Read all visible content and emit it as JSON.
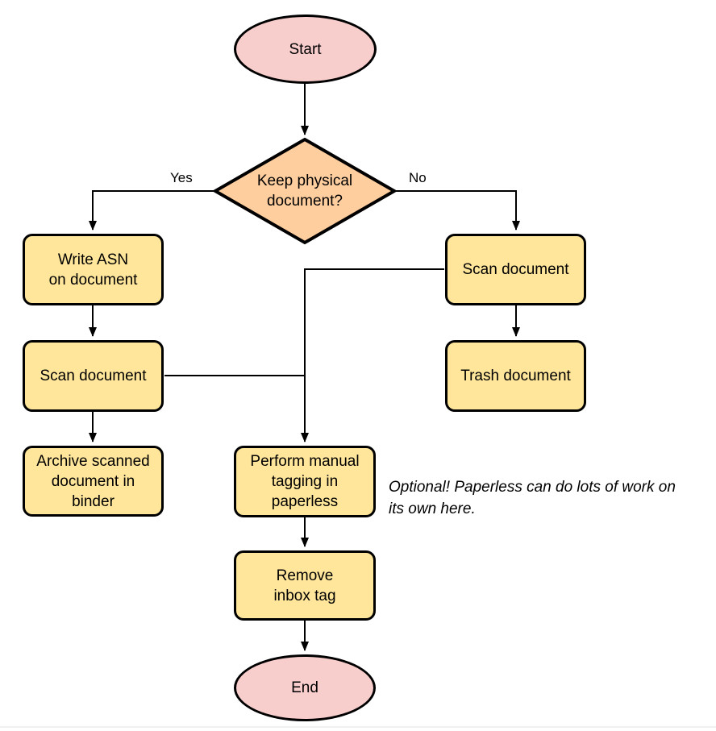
{
  "colors": {
    "background": "#ffffff",
    "stroke": "#000000",
    "terminator_fill": "#f8cecc",
    "decision_fill": "#ffce9f",
    "process_fill": "#ffe69b",
    "footer_line": "#f0f0f0"
  },
  "nodes": {
    "start": "Start",
    "decision": "Keep physical\ndocument?",
    "write_asn": "Write ASN\non document",
    "scan_document_left": "Scan document",
    "archive_scanned": "Archive scanned\ndocument in\nbinder",
    "scan_document_right": "Scan document",
    "trash_document": "Trash document",
    "manual_tagging": "Perform manual\ntagging in\npaperless",
    "remove_inbox_tag": "Remove\ninbox tag",
    "end": "End"
  },
  "edge_labels": {
    "yes": "Yes",
    "no": "No"
  },
  "annotation": "Optional! Paperless can do lots of work on\nits own here."
}
